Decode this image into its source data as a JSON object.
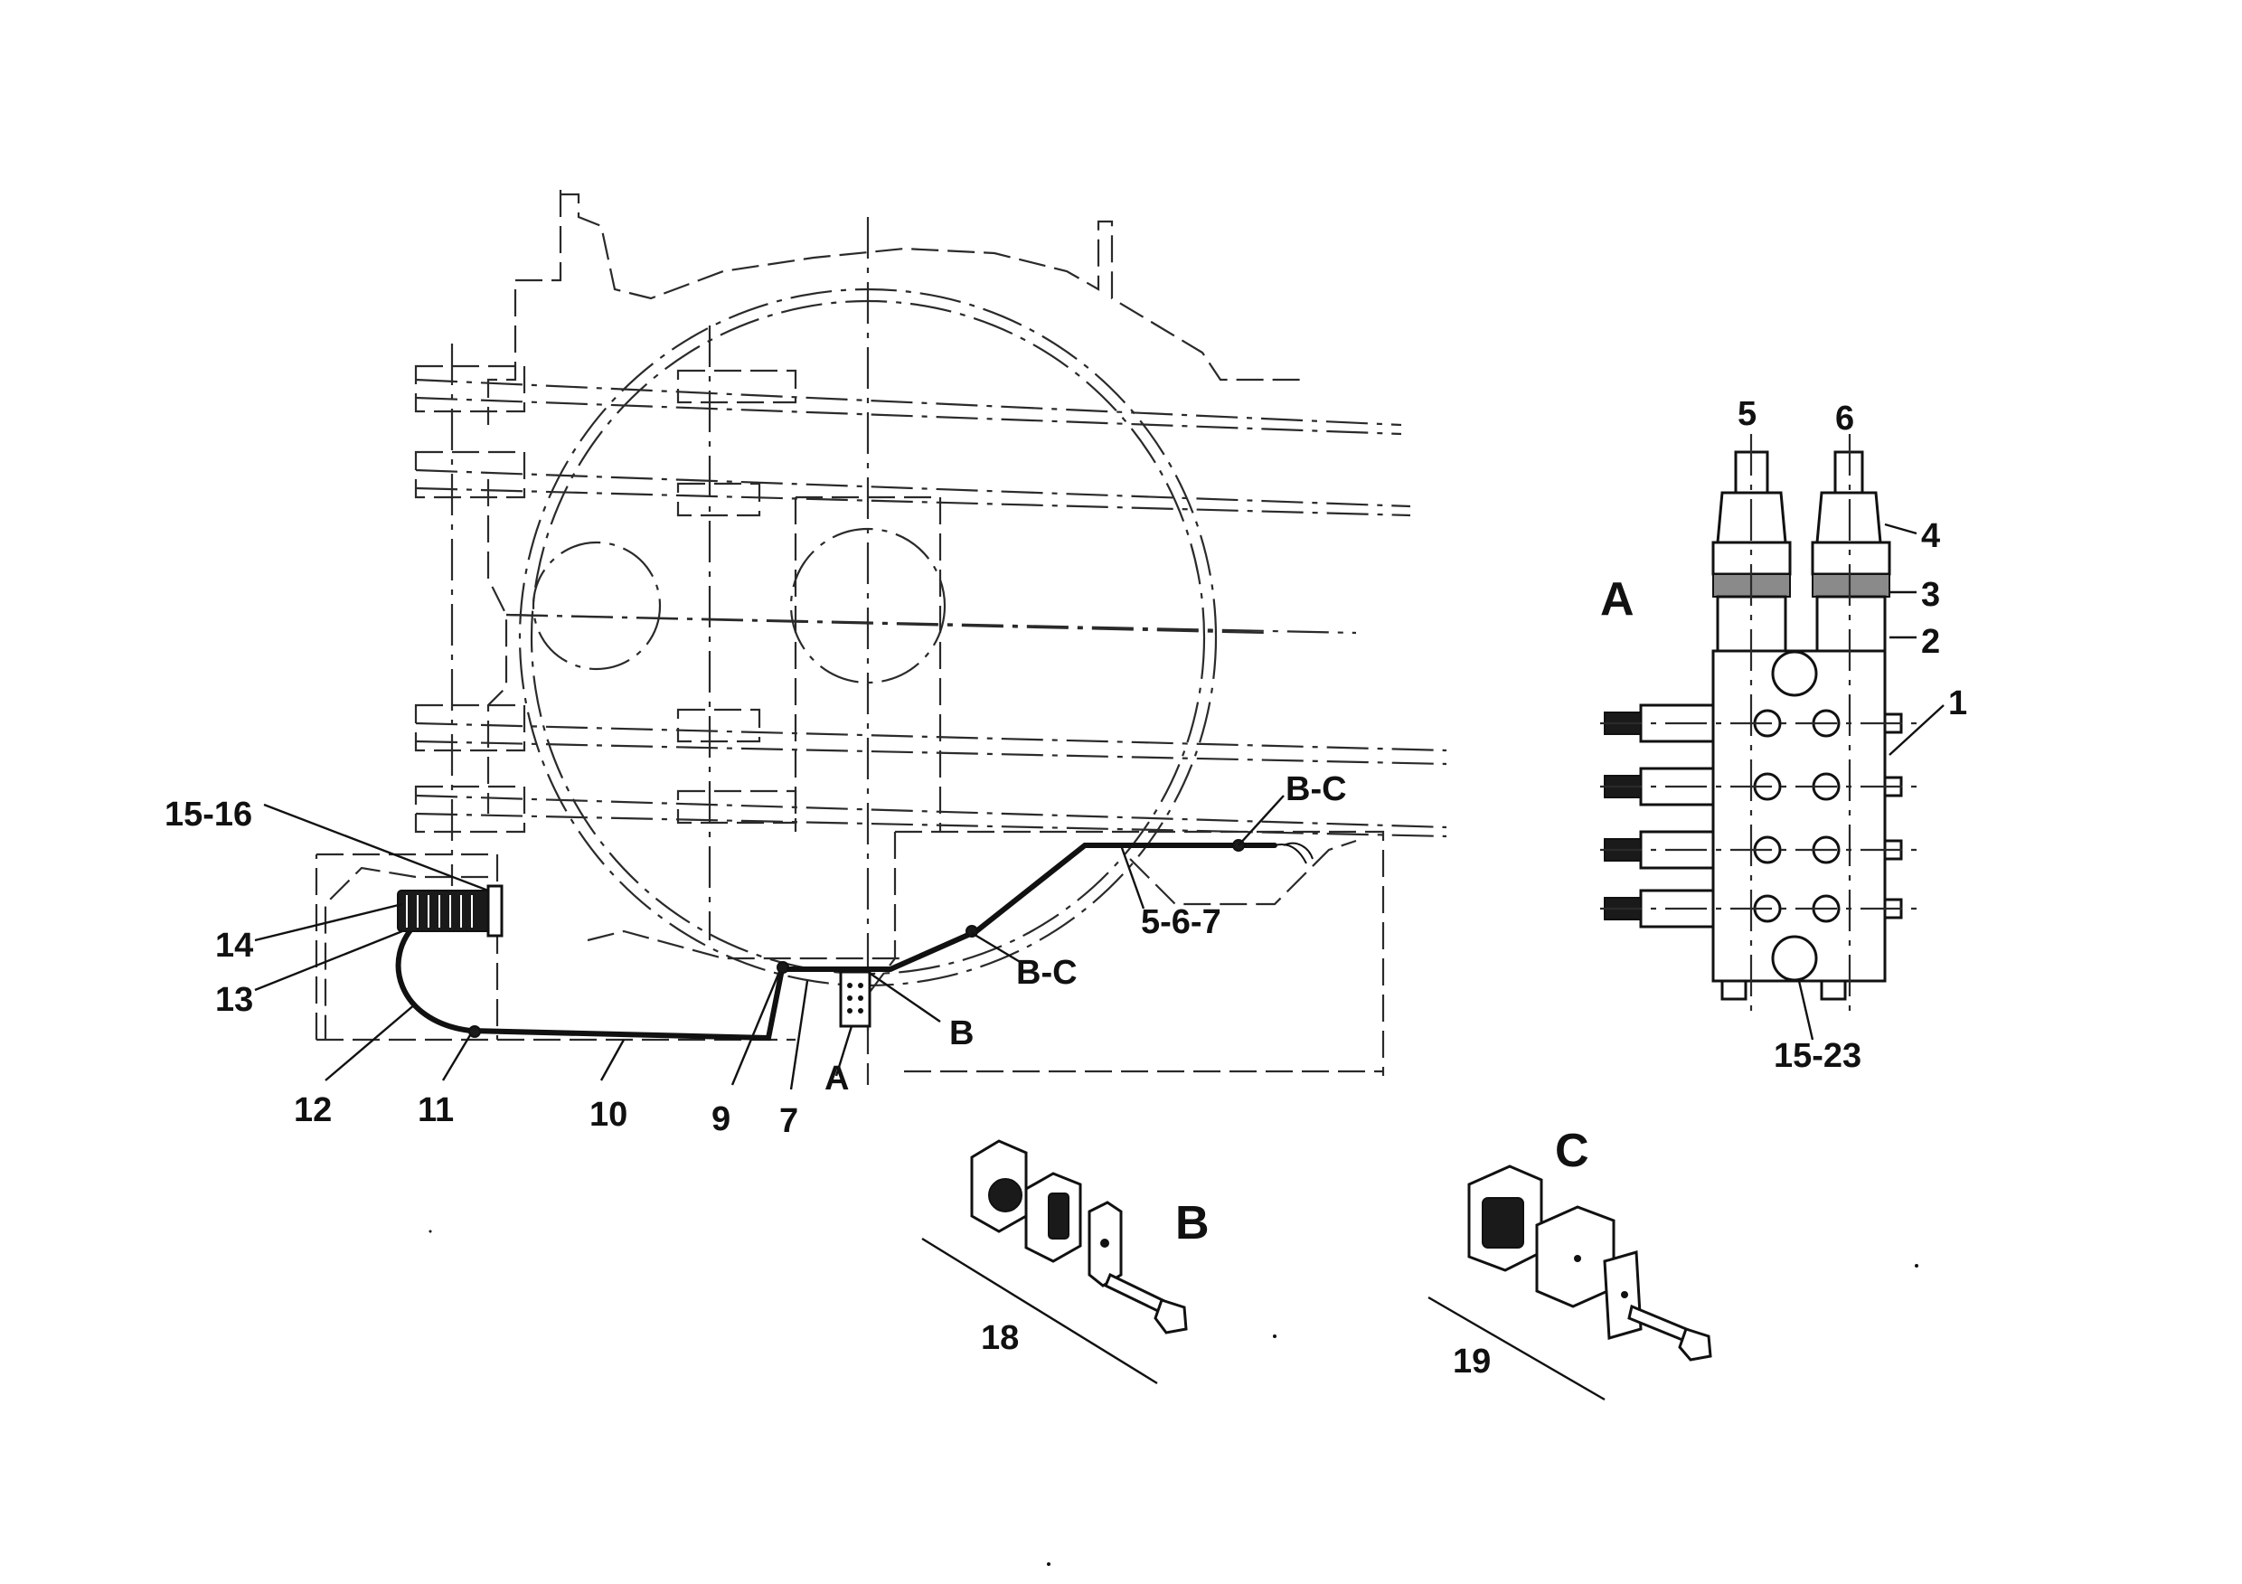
{
  "labels": {
    "l_15_16": "15-16",
    "l_14": "14",
    "l_13": "13",
    "l_12": "12",
    "l_11": "11",
    "l_10": "10",
    "l_9": "9",
    "l_7": "7",
    "l_A_small": "A",
    "l_B_small": "B",
    "l_BC_upper": "B-C",
    "l_BC_lower": "B-C",
    "l_5_6_7": "5-6-7",
    "l_5": "5",
    "l_6": "6",
    "l_4": "4",
    "l_3": "3",
    "l_2": "2",
    "l_1": "1",
    "l_15_23": "15-23",
    "l_A_detail": "A",
    "l_B_detail": "B",
    "l_C_detail": "C",
    "l_18": "18",
    "l_19": "19"
  },
  "colors": {
    "ink": "#111111",
    "background": "#ffffff"
  }
}
